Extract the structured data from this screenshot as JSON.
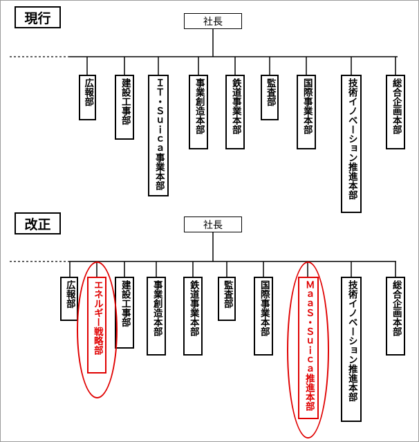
{
  "current": {
    "label": "現行",
    "president": "社長",
    "departments": [
      "広報部",
      "建設工事部",
      "ＩＴ・Ｓｕｉｃａ事業本部",
      "事業創造本部",
      "鉄道事業本部",
      "監査部",
      "国際事業本部",
      "技術イノベーション推進本部",
      "総合企画本部"
    ]
  },
  "revised": {
    "label": "改正",
    "president": "社長",
    "departments": [
      "広報部",
      "エネルギー戦略部",
      "建設工事部",
      "事業創造本部",
      "鉄道事業本部",
      "監査部",
      "国際事業本部",
      "ＭａａＳ・Ｓｕｉｃａ推進本部",
      "技術イノベーション推進本部",
      "総合企画本部"
    ],
    "highlighted": [
      "エネルギー戦略部",
      "ＭａａＳ・Ｓｕｉｃａ推進本部"
    ],
    "highlight_color": "#e00000"
  }
}
